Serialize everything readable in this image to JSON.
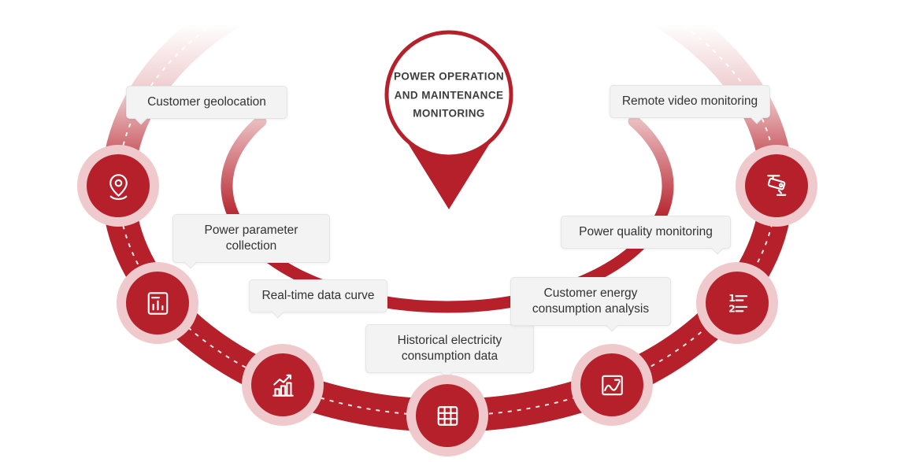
{
  "title": {
    "line1": "POWER OPERATION",
    "line2": "AND MAINTENANCE",
    "line3": "MONITORING"
  },
  "colors": {
    "red": "#b6202a",
    "halo": "#f0c9cc",
    "bubble-bg": "#f3f3f3",
    "bubble-border": "#e5e5e5",
    "label-text": "#333333",
    "title-text": "#3d3d3d"
  },
  "nodes": [
    {
      "label": "Customer geolocation",
      "icon": "location-pin"
    },
    {
      "label": "Power parameter collection",
      "icon": "report-chart"
    },
    {
      "label": "Real-time data curve",
      "icon": "bar-chart-growth"
    },
    {
      "label": "Historical electricity consumption data",
      "icon": "data-table"
    },
    {
      "label": "Customer energy consumption analysis",
      "icon": "wave-chart"
    },
    {
      "label": "Power quality monitoring",
      "icon": "numbered-list"
    },
    {
      "label": "Remote video monitoring",
      "icon": "cctv-camera"
    }
  ],
  "icons": {
    "numbered_list_digits": [
      "1",
      "2"
    ]
  }
}
